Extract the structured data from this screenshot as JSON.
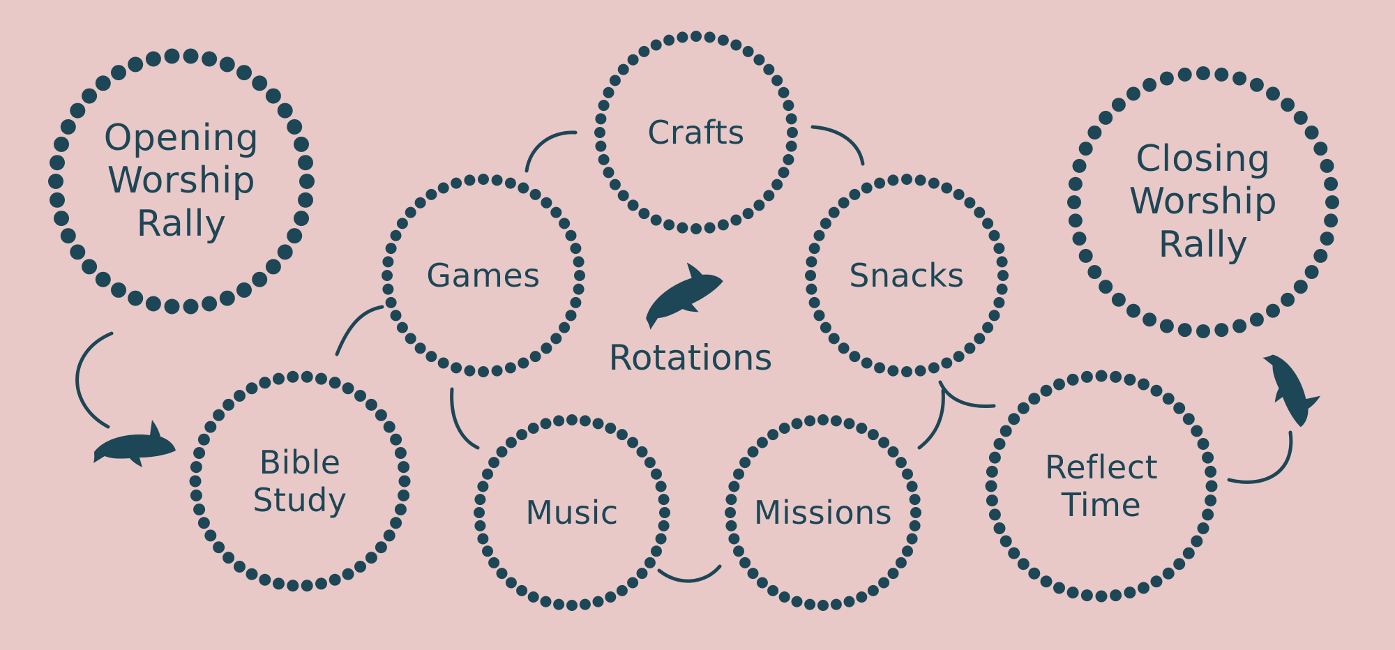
{
  "colors": {
    "background": "#e8c9c8",
    "ink": "#1d4656"
  },
  "center": {
    "label": "Rotations",
    "icon": "orca-icon"
  },
  "nodes": [
    {
      "id": "opening",
      "lines": [
        "Opening",
        "Worship",
        "Rally"
      ]
    },
    {
      "id": "bible",
      "lines": [
        "Bible",
        "Study"
      ]
    },
    {
      "id": "games",
      "lines": [
        "Games"
      ]
    },
    {
      "id": "crafts",
      "lines": [
        "Crafts"
      ]
    },
    {
      "id": "snacks",
      "lines": [
        "Snacks"
      ]
    },
    {
      "id": "music",
      "lines": [
        "Music"
      ]
    },
    {
      "id": "missions",
      "lines": [
        "Missions"
      ]
    },
    {
      "id": "reflect",
      "lines": [
        "Reflect",
        "Time"
      ]
    },
    {
      "id": "closing",
      "lines": [
        "Closing",
        "Worship",
        "Rally"
      ]
    }
  ],
  "icons": [
    "orca-icon",
    "orca-icon",
    "orca-icon"
  ]
}
